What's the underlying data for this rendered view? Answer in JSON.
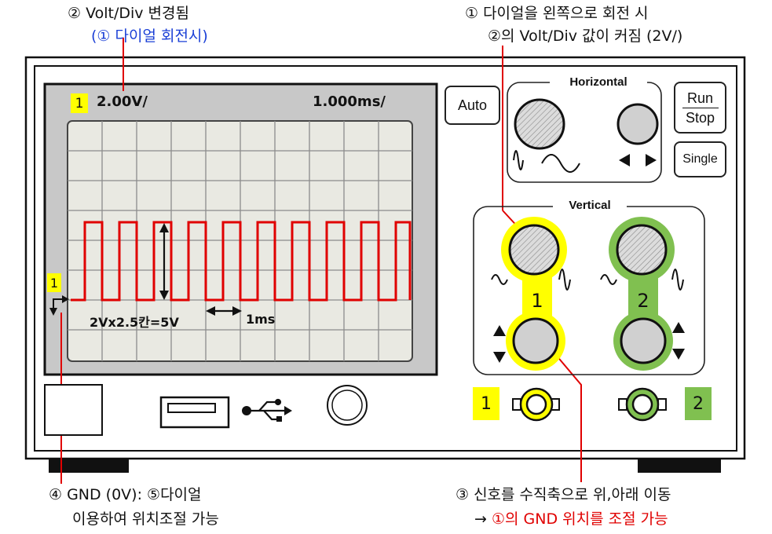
{
  "annotations": {
    "top_left_line1": "② Volt/Div 변경됨",
    "top_left_line2": "(① 다이얼 회전시)",
    "top_right_line1": "① 다이얼을 왼쪽으로 회전 시",
    "top_right_line2": "②의 Volt/Div 값이 커짐 (2V/)",
    "bottom_left_line1": "④  GND (0V): ⑤다이얼",
    "bottom_left_line2": "이용하여 위치조절 가능",
    "bottom_right_line1": "③ 신호를 수직축으로 위,아래 이동",
    "bottom_right_arrow": "→",
    "bottom_right_line2": "①의 GND  위치를 조절 가능"
  },
  "screen": {
    "channel_badge": "1",
    "volt_div": "2.00V/",
    "time_div": "1.000ms/",
    "gnd_marker": "1",
    "amplitude_label": "2Vx2.5칸=5V",
    "period_label": "1ms"
  },
  "controls": {
    "auto_label": "Auto",
    "horizontal_title": "Horizontal",
    "run_label": "Run",
    "stop_label": "Stop",
    "single_label": "Single",
    "vertical_title": "Vertical",
    "ch1_label": "1",
    "ch2_label": "2"
  },
  "connectors": {
    "ch1_label": "1",
    "ch2_label": "2"
  },
  "colors": {
    "ch1": "#ffff00",
    "ch2": "#80c050",
    "signal": "#e00000",
    "screen_bg": "#e9e9e2",
    "bezel": "#c8c8c8",
    "annotation_blue": "#1a3fd6",
    "annotation_red": "#e00000"
  }
}
